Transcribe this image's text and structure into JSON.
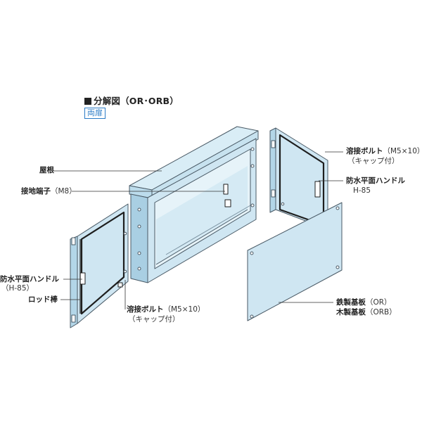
{
  "header": {
    "title": "分解図（OR･ORB）",
    "badge": "両扉"
  },
  "labels": {
    "roof": "屋根",
    "ground_terminal_name": "接地端子",
    "ground_terminal_spec": "（M8）",
    "weld_bolt_top_name": "溶接ボルト",
    "weld_bolt_top_spec": "（M5×10）",
    "weld_bolt_top_note": "（キャップ付）",
    "handle_right_name": "防水平面ハンドル",
    "handle_right_code": "H-85",
    "handle_left_name": "防水平面ハンドル",
    "handle_left_code": "（H-85）",
    "rod": "ロッド棒",
    "weld_bolt_bottom_name": "溶接ボルト",
    "weld_bolt_bottom_spec": "（M5×10）",
    "weld_bolt_bottom_note": "（キャップ付）",
    "steel_plate_name": "鉄製基板",
    "steel_plate_code": "（OR）",
    "wood_plate_name": "木製基板",
    "wood_plate_code": "（ORB）"
  },
  "colors": {
    "body_fill": "#cfe6f2",
    "body_dark": "#a9cfe3",
    "outline": "#4a5a66",
    "door_frame": "#1e1e1e",
    "badge": "#2a7bc6"
  }
}
